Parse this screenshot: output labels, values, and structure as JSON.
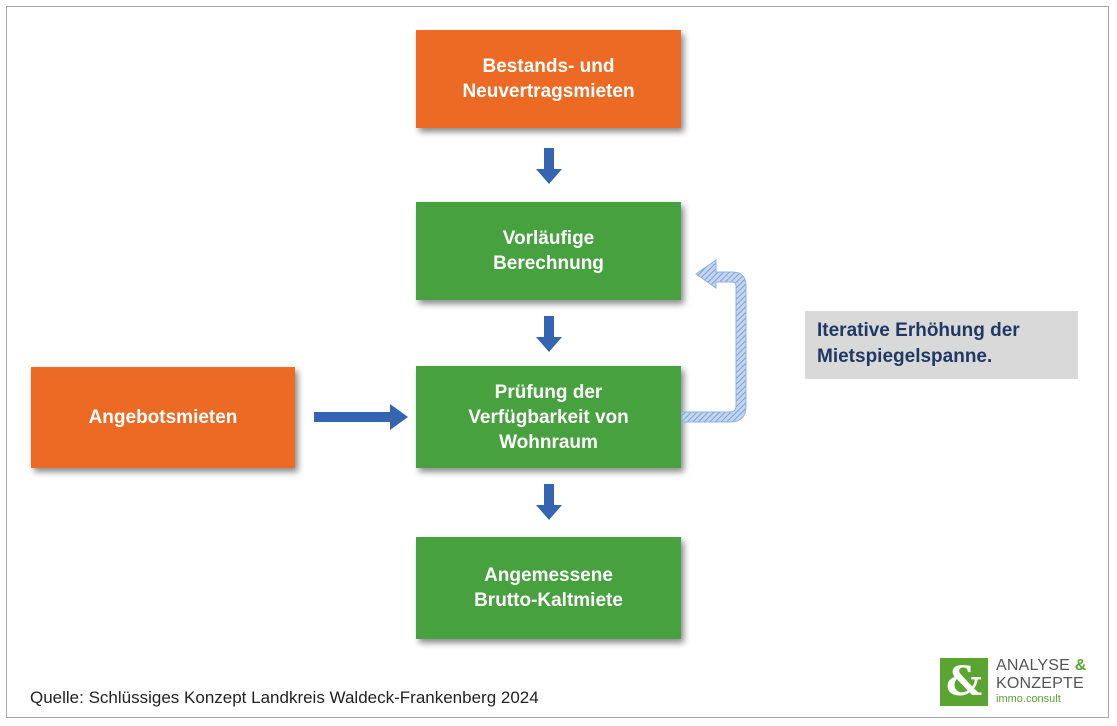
{
  "boxes": {
    "bestand": {
      "lines": [
        "Bestands- und",
        "Neuvertragsmieten"
      ],
      "color": "#ec6a23"
    },
    "vorlaeufig": {
      "lines": [
        "Vorläufige",
        "Berechnung"
      ],
      "color": "#47a13f"
    },
    "pruefung": {
      "lines": [
        "Prüfung der",
        "Verfügbarkeit von",
        "Wohnraum"
      ],
      "color": "#47a13f"
    },
    "angemessen": {
      "lines": [
        "Angemessene",
        "Brutto-Kaltmiete"
      ],
      "color": "#47a13f"
    },
    "angebot": {
      "lines": [
        "Angebotsmieten"
      ],
      "color": "#ec6a23"
    }
  },
  "note": {
    "lines": [
      "Iterative Erhöhung der",
      "Mietspiegelspanne."
    ]
  },
  "source": "Quelle: Schlüssiges Konzept Landkreis Waldeck-Frankenberg 2024",
  "logo": {
    "mark": "&",
    "line1_word": "ANALYSE",
    "line1_amp": "&",
    "line2": "KONZEPTE",
    "line3": "immo.consult"
  },
  "colors": {
    "arrow": "#3565b0",
    "loop_arrow": "#a9c4e8",
    "orange": "#ec6a23",
    "green": "#47a13f"
  }
}
